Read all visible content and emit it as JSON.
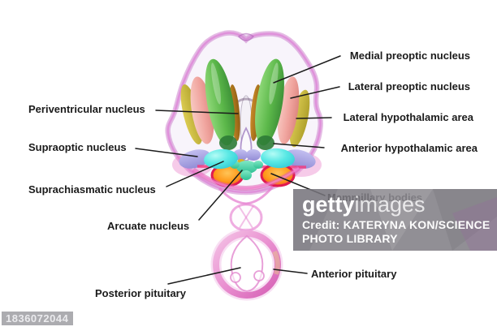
{
  "labels": {
    "medial_preoptic": "Medial preoptic nucleus",
    "lateral_preoptic": "Lateral preoptic nucleus",
    "lateral_hypothalamic": "Lateral hypothalamic area",
    "anterior_hypothalamic": "Anterior hypothalamic area",
    "mammillary": "Mammillary bodies",
    "periventricular": "Periventricular nucleus",
    "supraoptic": "Supraoptic nucleus",
    "suprachiasmatic": "Suprachiasmatic nucleus",
    "arcuate": "Arcuate nucleus",
    "posterior_pituitary": "Posterior pituitary",
    "anterior_pituitary": "Anterior pituitary"
  },
  "watermark": {
    "brand_bold": "getty",
    "brand_light": "images",
    "credit_line1": "Credit: KATERYNA KON/SCIENCE",
    "credit_line2": "PHOTO LIBRARY",
    "image_id": "1836072044"
  },
  "colors": {
    "membrane_pink": "#DE7BCE",
    "medial_preoptic_green": "#5CB84A",
    "lateral_preoptic_pink": "#F0A49E",
    "lateral_hypothalamic_yellow": "#C9BD3F",
    "periventricular_brown": "#A8701C",
    "supraoptic_lavender": "#A29CDE",
    "anterior_hypothalamic_cyan": "#4FE2E0",
    "suprachiasmatic_teal": "#3BC99B",
    "mammillary_orange": "#FF9818",
    "mammillary_rim_red": "#E01A50",
    "pituitary_ring_pink": "#E98FD0",
    "label_text": "#1B1B1B"
  }
}
